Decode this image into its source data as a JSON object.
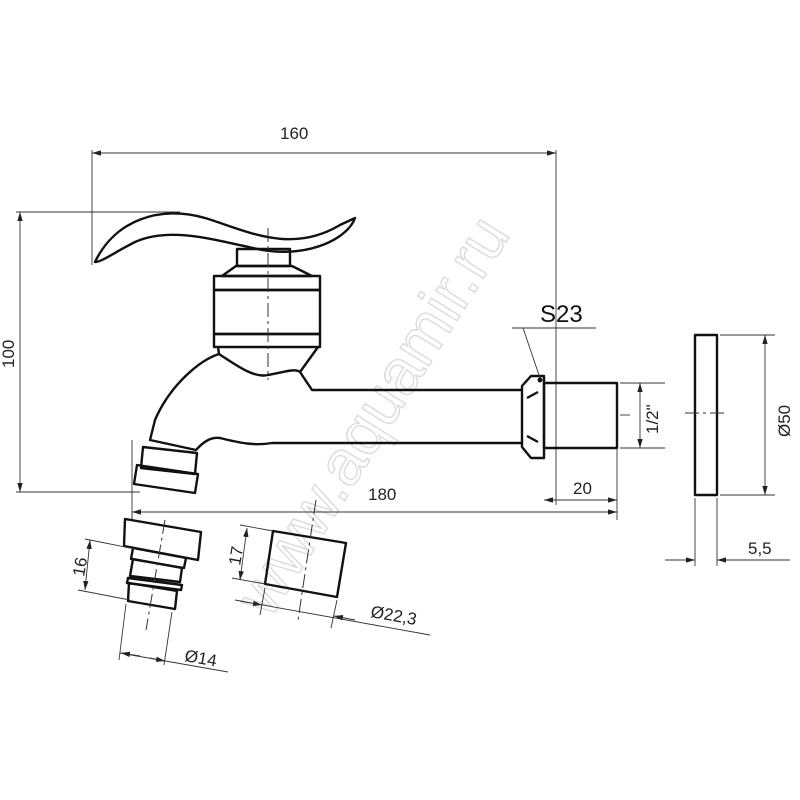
{
  "drawing": {
    "watermark": "www.aquamir.ru",
    "dimensions": {
      "total_width": "160",
      "height": "100",
      "length": "180",
      "thread_length": "20",
      "thread_size": "1/2\"",
      "wrench_size": "S23",
      "flange_diameter": "Ø50",
      "flange_thickness": "5,5",
      "aerator_height": "16",
      "aerator_diameter": "Ø14",
      "cap_height": "17",
      "cap_diameter": "Ø22,3"
    },
    "colors": {
      "line": "#111111",
      "background": "#ffffff"
    }
  }
}
